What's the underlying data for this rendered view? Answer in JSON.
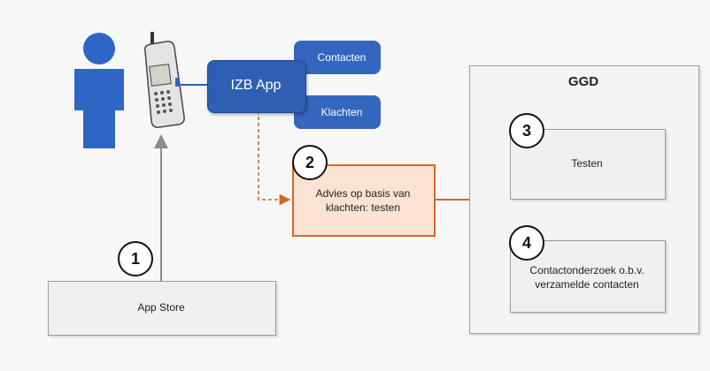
{
  "diagram": {
    "izb_app": "IZB App",
    "contacten": "Contacten",
    "klachten": "Klachten",
    "advies": "Advies op basis van klachten: testen",
    "ggd": "GGD",
    "testen": "Testen",
    "contactonderzoek": "Contactonderzoek o.b.v. verzamelde contacten",
    "app_store": "App Store",
    "step1": "1",
    "step2": "2",
    "step3": "3",
    "step4": "4"
  },
  "colors": {
    "app_blue": "#2f5fb3",
    "person_blue": "#2d66c5",
    "orange": "#cf6a2a",
    "orange_fill": "#fbe3d3",
    "gray_arrow": "#8c8c8c"
  },
  "icons": [
    "person-icon",
    "mobile-phone-icon"
  ]
}
